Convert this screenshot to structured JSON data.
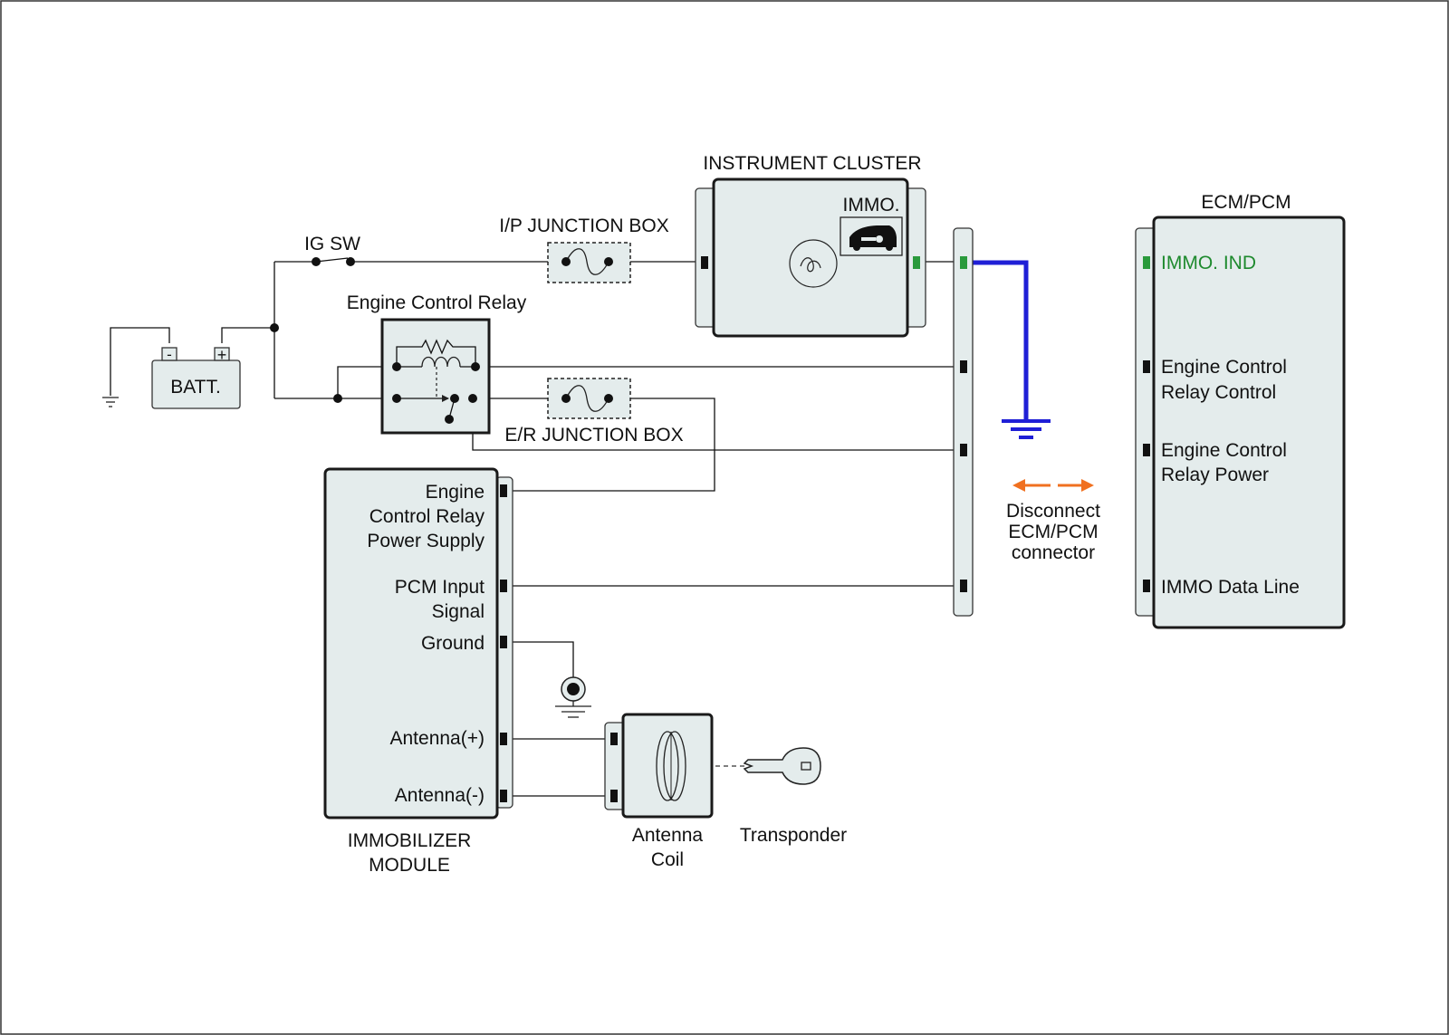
{
  "labels": {
    "instrument_cluster": "INSTRUMENT CLUSTER",
    "immo_indicator": "IMMO.",
    "ip_junction_box": "I/P JUNCTION BOX",
    "ig_sw": "IG SW",
    "battery": "BATT.",
    "battery_neg": "-",
    "battery_pos": "+",
    "engine_control_relay": "Engine Control Relay",
    "er_junction_box": "E/R JUNCTION BOX",
    "ecm_pcm": "ECM/PCM",
    "immobilizer_module": [
      "IMMOBILIZER",
      "MODULE"
    ],
    "antenna_coil": [
      "Antenna",
      "Coil"
    ],
    "transponder": "Transponder",
    "disconnect_note": [
      "Disconnect",
      "ECM/PCM",
      "connector"
    ]
  },
  "ecm_pins": {
    "immo_ind": "IMMO. IND",
    "relay_control": [
      "Engine Control",
      "Relay Control"
    ],
    "relay_power": [
      "Engine Control",
      "Relay Power"
    ],
    "immo_data_line": "IMMO Data Line"
  },
  "immobilizer_pins": {
    "relay_power_supply": [
      "Engine",
      "Control Relay",
      "Power Supply"
    ],
    "pcm_input_signal": [
      "PCM Input",
      "Signal"
    ],
    "ground": "Ground",
    "antenna_plus": "Antenna(+)",
    "antenna_minus": "Antenna(-)"
  },
  "colors": {
    "highlight_wire": "#1f1fd6",
    "immo_ind_text": "#1e8a2e",
    "immo_pin": "#2a9a3c",
    "arrows": "#f07020",
    "box_fill": "#e4ecec"
  }
}
